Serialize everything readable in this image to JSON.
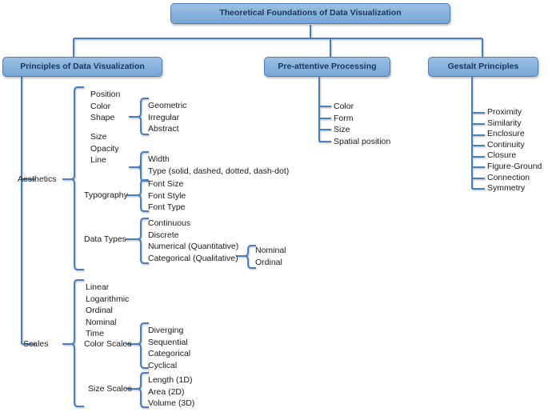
{
  "diagram": {
    "title_node": {
      "label": "Theoretical Foundations of Data Visualization"
    },
    "level2": [
      {
        "label": "Principles of Data Visualization"
      },
      {
        "label": "Pre-attentive Processing"
      },
      {
        "label": "Gestalt Principles"
      }
    ],
    "branch_labels": {
      "aesthetics": "Aesthetics",
      "scales": "Scales",
      "typography": "Typography",
      "data_types": "Data Types",
      "color_scales": "Color Scales",
      "size_scales": "Size Scales"
    },
    "aesthetics_group1": [
      "Position",
      "Color",
      "Shape"
    ],
    "shape_children": [
      "Geometric",
      "Irregular",
      "Abstract"
    ],
    "aesthetics_group2": [
      "Size",
      "Opacity",
      "Line"
    ],
    "line_children": [
      "Width",
      "Type (solid, dashed, dotted, dash-dot)"
    ],
    "typography_children": [
      "Font Size",
      "Font Style",
      "Font Type"
    ],
    "data_types_children": [
      "Continuous",
      "Discrete",
      "Numerical (Quantitative)",
      "Categorical (Qualitative)"
    ],
    "categorical_children": [
      "Nominal",
      "Ordinal"
    ],
    "scales_children": [
      "Linear",
      "Logarithmic",
      "Ordinal",
      "Nominal",
      "Time",
      "Color Scales"
    ],
    "color_scales_children": [
      "Diverging",
      "Sequential",
      "Categorical",
      "Cyclical"
    ],
    "size_scales_children": [
      "Length (1D)",
      "Area (2D)",
      "Volume (3D)"
    ],
    "preattentive_children": [
      "Color",
      "Form",
      "Size",
      "Spatial position"
    ],
    "gestalt_children": [
      "Proximity",
      "Similarity",
      "Enclosure",
      "Continuity",
      "Closure",
      "Figure-Ground",
      "Connection",
      "Symmetry"
    ],
    "colors": {
      "box_fill_top": "#9cc0e3",
      "box_fill_bottom": "#77a6d6",
      "box_border": "#4a7ebb",
      "box_text": "#17375e",
      "wire": "#4a7ebb",
      "leaf_text": "#1a1a1a",
      "background": "#ffffff"
    }
  }
}
